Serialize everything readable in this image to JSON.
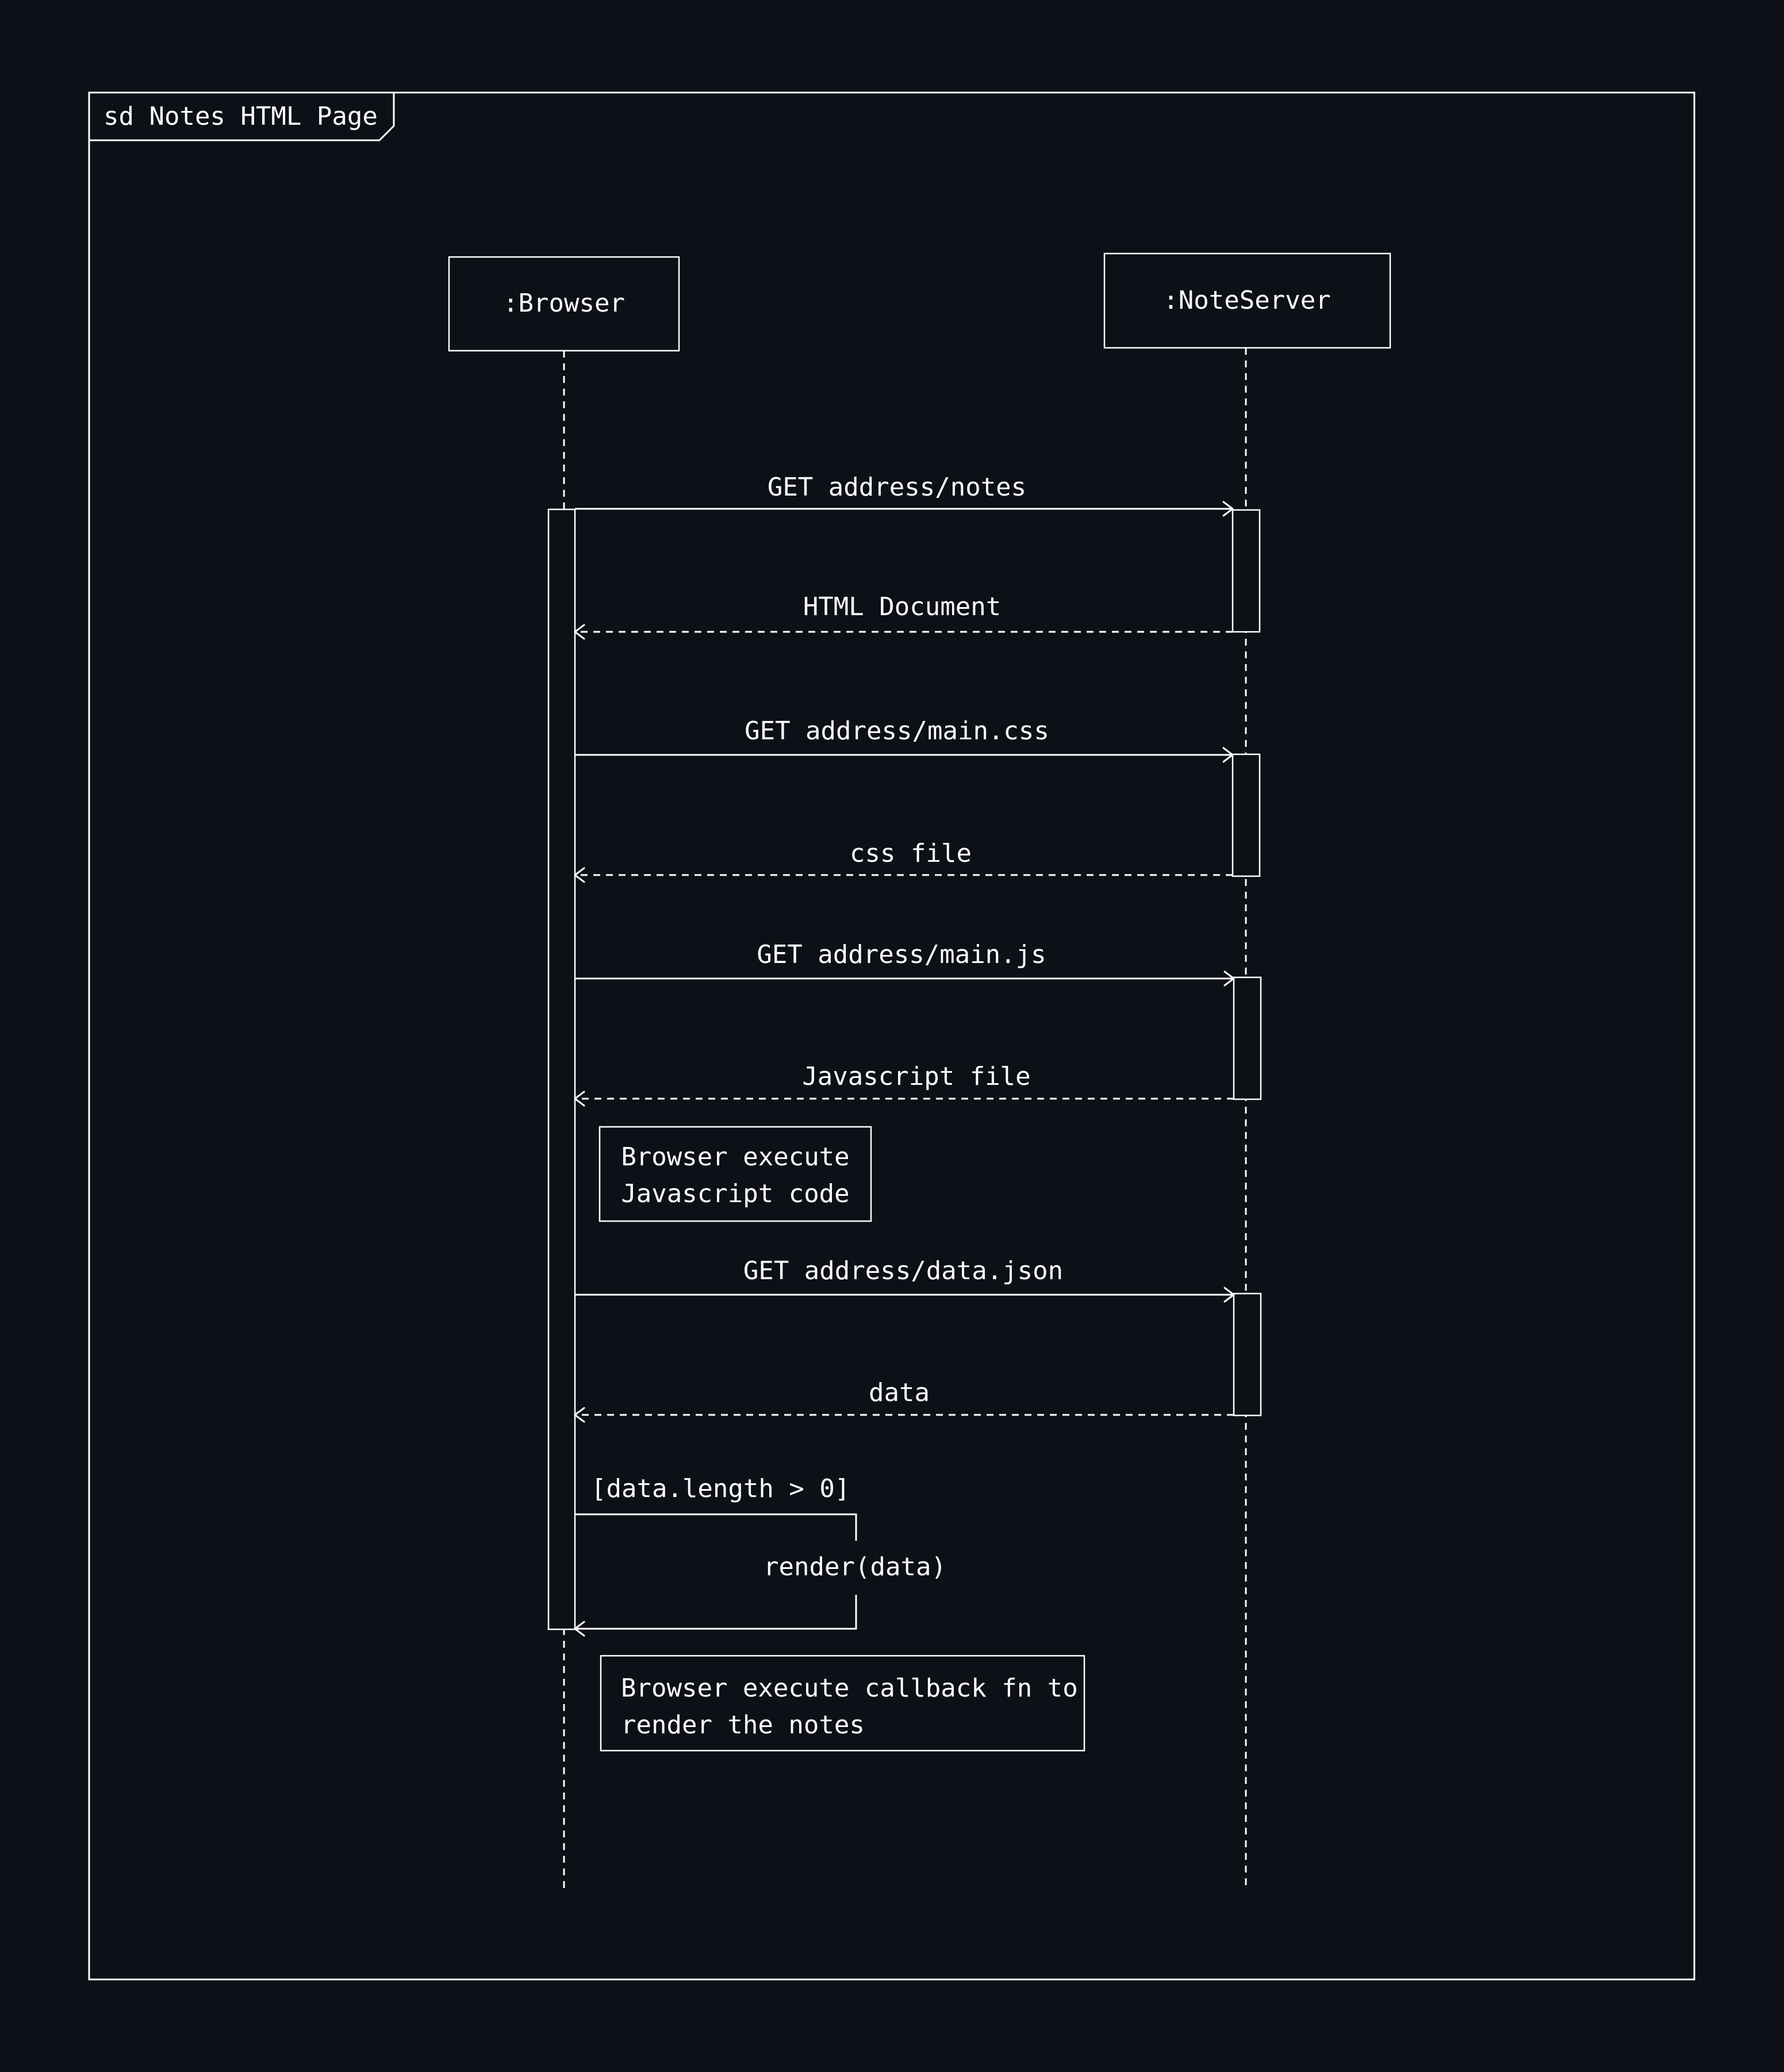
{
  "frame": {
    "title": "sd Notes HTML Page"
  },
  "lifelines": [
    {
      "id": "browser",
      "label": ":Browser"
    },
    {
      "id": "server",
      "label": ":NoteServer"
    }
  ],
  "messages": [
    {
      "label": "GET address/notes",
      "from": "browser",
      "to": "server",
      "kind": "sync"
    },
    {
      "label": "HTML Document",
      "from": "server",
      "to": "browser",
      "kind": "reply"
    },
    {
      "label": "GET address/main.css",
      "from": "browser",
      "to": "server",
      "kind": "sync"
    },
    {
      "label": "css file",
      "from": "server",
      "to": "browser",
      "kind": "reply"
    },
    {
      "label": "GET address/main.js",
      "from": "browser",
      "to": "server",
      "kind": "sync"
    },
    {
      "label": "Javascript file",
      "from": "server",
      "to": "browser",
      "kind": "reply"
    },
    {
      "label": "GET address/data.json",
      "from": "browser",
      "to": "server",
      "kind": "sync"
    },
    {
      "label": "data",
      "from": "server",
      "to": "browser",
      "kind": "reply"
    }
  ],
  "self_message": {
    "guard": "[data.length > 0]",
    "label": "render(data)"
  },
  "notes": [
    {
      "lines": [
        "Browser execute",
        "Javascript code"
      ]
    },
    {
      "lines": [
        "Browser execute callback fn to",
        "render the notes"
      ]
    }
  ]
}
